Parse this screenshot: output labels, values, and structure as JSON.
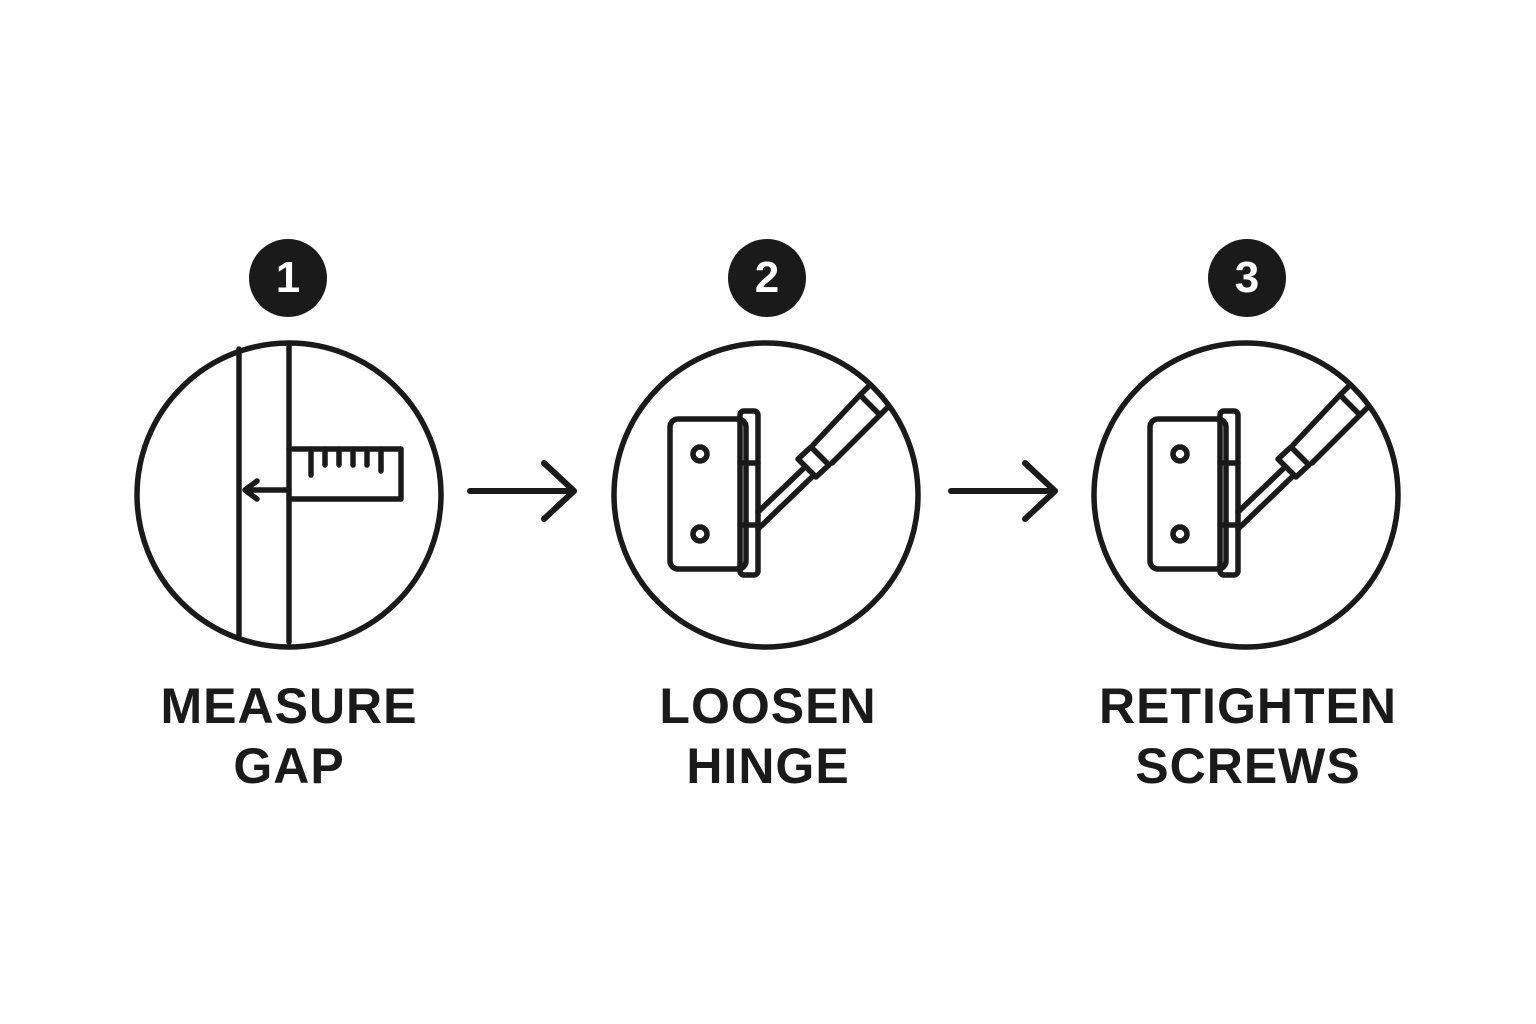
{
  "steps": [
    {
      "number": "1",
      "label_lines": [
        "MEASURE",
        "GAP"
      ],
      "icon": "door-gap-ruler-icon"
    },
    {
      "number": "2",
      "label_lines": [
        "LOOSEN",
        "HINGE"
      ],
      "icon": "hinge-screwdriver-icon"
    },
    {
      "number": "3",
      "label_lines": [
        "RETIGHTEN",
        "SCREWS"
      ],
      "icon": "hinge-screwdriver-icon"
    }
  ],
  "connectors": [
    "arrow-right-icon",
    "arrow-right-icon"
  ],
  "colors": {
    "ink": "#1a1a1a",
    "background": "#ffffff"
  }
}
